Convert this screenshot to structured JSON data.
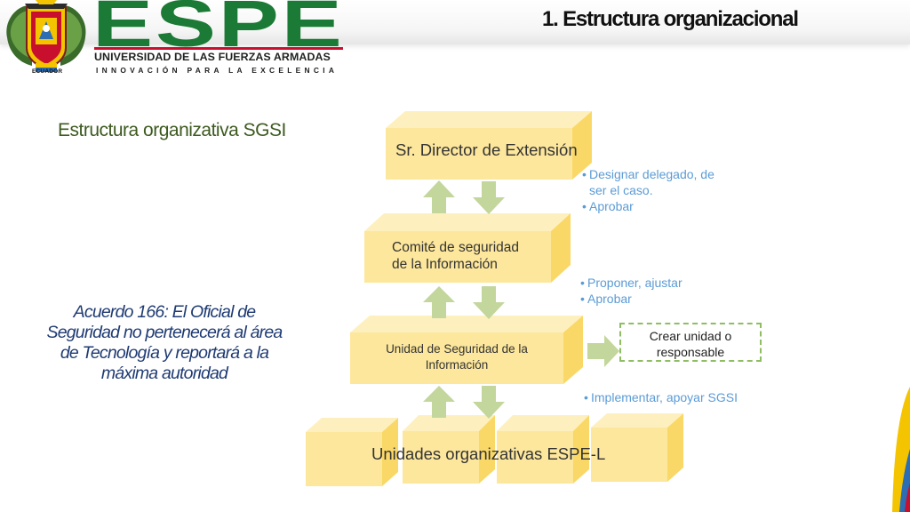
{
  "header": {
    "slide_title": "1.  Estructura organizacional"
  },
  "logo": {
    "wordmark": "ESPE",
    "university": "UNIVERSIDAD DE LAS FUERZAS ARMADAS",
    "tagline": "INNOVACIÓN PARA LA EXCELENCIA",
    "seal_text": "ECUADOR",
    "colors": {
      "green": "#1b7a35",
      "red": "#c8102e"
    }
  },
  "left_panel": {
    "heading": "Estructura organizativa SGSI",
    "agreement_lines": [
      "Acuerdo 166: El Oficial de",
      "Seguridad no pertenecerá al área",
      "de Tecnología y reportará a la",
      "máxima autoridad"
    ]
  },
  "org_chart": {
    "levels": [
      {
        "label": "Sr. Director de Extensión"
      },
      {
        "label_lines": [
          "Comité de seguridad",
          "de la Información"
        ]
      },
      {
        "label_lines": [
          "Unidad de Seguridad de la",
          "Información"
        ]
      },
      {
        "label": "Unidades organizativas ESPE-L"
      }
    ],
    "notes": [
      {
        "items": [
          "Designar delegado, de",
          "ser el caso.",
          "Aprobar"
        ]
      },
      {
        "items": [
          "Proponer, ajustar",
          "Aprobar"
        ]
      },
      {
        "items": [
          "Implementar, apoyar SGSI"
        ]
      }
    ],
    "side_box_lines": [
      "Crear unidad o",
      "responsable"
    ],
    "colors": {
      "box_front": "#fde79c",
      "box_top": "#fef0be",
      "box_side": "#fad867",
      "arrow": "#c3d69b",
      "note_text": "#5b9bd5",
      "dash_border": "#8fbe62"
    }
  }
}
